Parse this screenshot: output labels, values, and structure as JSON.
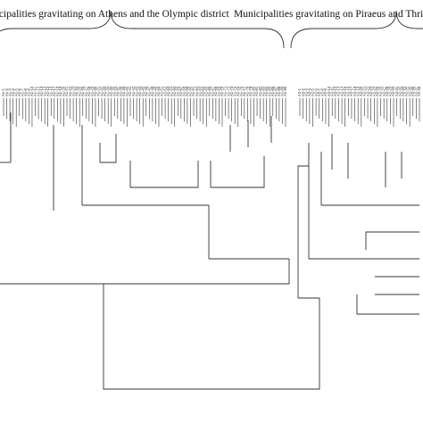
{
  "groups": [
    {
      "id": "athens",
      "label": "Municipalities gravitating on Athens and the Olympic district"
    },
    {
      "id": "piraeus",
      "label": "Municipalities gravitating on Piraeus and Thriasio"
    }
  ],
  "leaves_left": [
    "A1-1",
    "A1-2",
    "A1-3",
    "A1-4",
    "A1-5",
    "A1-6",
    "A1-7",
    "A1-8",
    "A1-9",
    "A1-10",
    "A1-11",
    "A1-12",
    "A1-13",
    "A1-14",
    "A1-15",
    "A1-16",
    "A1-17",
    "A1-18",
    "A1-19",
    "A1-20",
    "A1-21",
    "A1-22",
    "A1-23",
    "A1-24",
    "A1-25",
    "A1-26",
    "A1-27",
    "A1-28",
    "A1-29",
    "A1-30",
    "A1-31",
    "A1-32",
    "A1-33",
    "A1-34",
    "A1-35",
    "A1-36",
    "A1-37",
    "A1-38",
    "A1-39",
    "A1-40",
    "A1-41",
    "A1-42",
    "A1-43",
    "A1-44",
    "A1-45",
    "A1-46",
    "A1-47",
    "A1-48",
    "A1-49",
    "A1-50",
    "A1-51",
    "A1-52",
    "A1-53",
    "A1-54",
    "A1-55",
    "A1-56",
    "A1-57",
    "A1-58",
    "A1-59",
    "A1-60",
    "A1-61",
    "A1-62",
    "A1-63",
    "A1-64",
    "A1-65",
    "A1-66",
    "A1-67",
    "A1-68",
    "A1-69",
    "A1-70",
    "A1-71",
    "A1-72",
    "A1-73",
    "A1-74",
    "A1-75",
    "A1-76",
    "A1-77",
    "A1-78",
    "A1-79",
    "A1-80",
    "A1-81",
    "A1-82",
    "A1-83",
    "A1-84",
    "A1-85",
    "A1-86",
    "A1-87",
    "A1-88",
    "A1-89",
    "A1-90"
  ],
  "leaves_right": [
    "A2-1",
    "A2-2",
    "A2-3",
    "A2-4",
    "A2-5",
    "A2-6",
    "A2-7",
    "A2-8",
    "A2-9",
    "A2-10",
    "A2-11",
    "A2-12",
    "A2-13",
    "A2-14",
    "A2-15",
    "A2-16",
    "A2-17",
    "A2-18",
    "A2-19",
    "A2-20",
    "A2-21",
    "A2-22",
    "A2-23",
    "A2-24",
    "A2-25",
    "A2-26",
    "A2-27",
    "A2-28",
    "A2-29",
    "A2-30",
    "A2-31",
    "A2-32",
    "A2-33",
    "A2-34",
    "A2-35",
    "A2-36",
    "A2-37",
    "A2-38"
  ]
}
